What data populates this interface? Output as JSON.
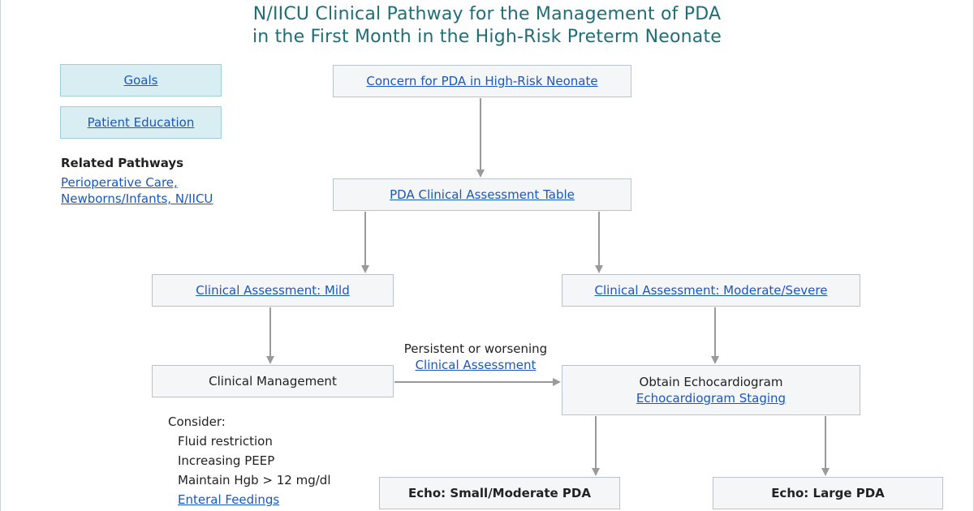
{
  "title": {
    "line1": "N/IICU Clinical Pathway for the Management of PDA",
    "line2": "in the First Month in the High-Risk Preterm Neonate"
  },
  "sidebar": {
    "goals_label": "Goals",
    "education_label": "Patient Education",
    "related_heading": "Related Pathways",
    "related_links": [
      "Perioperative Care,",
      "Newborns/Infants, N/IICU"
    ]
  },
  "flow": {
    "concern": "Concern for PDA in High-Risk Neonate",
    "assessment_table": "PDA Clinical Assessment Table",
    "mild": "Clinical Assessment: Mild",
    "moderate_severe": "Clinical Assessment: Moderate/Severe",
    "management": "Clinical Management",
    "persistent_text": "Persistent or worsening",
    "persistent_link": "Clinical Assessment",
    "echo_obtain": "Obtain Echocardiogram",
    "echo_staging": "Echocardiogram Staging",
    "echo_small": "Echo: Small/Moderate PDA",
    "echo_large": "Echo: Large PDA"
  },
  "consider": {
    "heading": "Consider:",
    "items": [
      "Fluid restriction",
      "Increasing PEEP",
      "Maintain Hgb > 12 mg/dl"
    ],
    "link": "Enteral Feedings"
  },
  "colors": {
    "title": "#1f6e78",
    "link": "#1a57c0",
    "box_fill": "#f4f6f8",
    "side_box_fill": "#d8eef3",
    "arrow": "#9a9a9a"
  }
}
